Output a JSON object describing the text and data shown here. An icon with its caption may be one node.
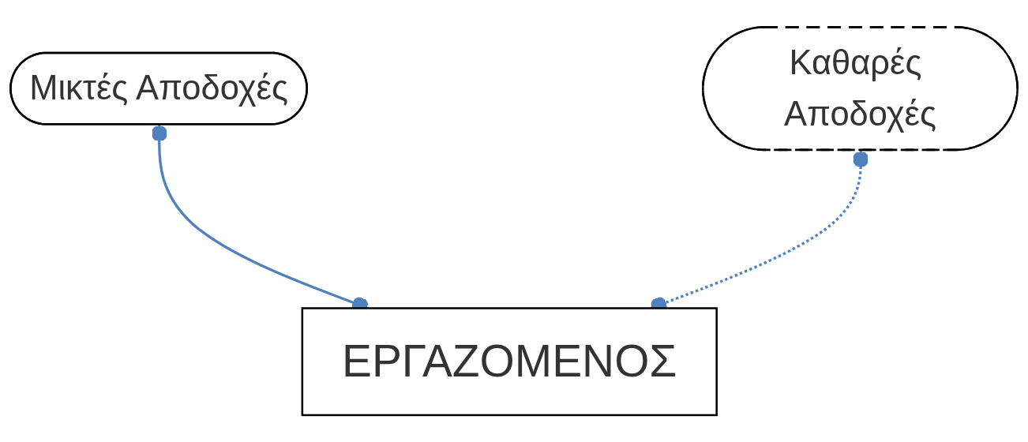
{
  "diagram": {
    "nodes": [
      {
        "text": [
          "Μικτές Αποδοχές"
        ]
      },
      {
        "text": [
          "Καθαρές Αποδοχές"
        ]
      },
      {
        "text": [
          "ΕΡΓΑΖΟΜΕΝΟΣ"
        ]
      }
    ],
    "edges": [
      {
        "from": 0,
        "to": 2,
        "arrow": "other"
      },
      {
        "from": 1,
        "to": 2,
        "arrow": "other",
        "style": "dashed"
      }
    ]
  }
}
